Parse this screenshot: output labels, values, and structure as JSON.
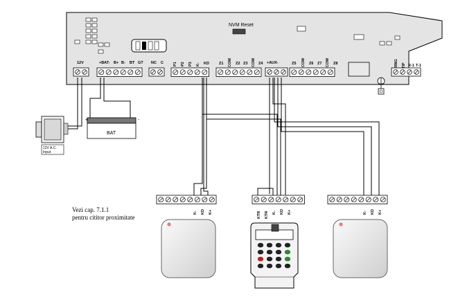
{
  "board": {
    "nvm_reset_label": "NVM Reset",
    "terminal_groups": [
      {
        "id": "power",
        "labels": [
          "12V"
        ]
      },
      {
        "id": "battery-bus",
        "labels": [
          "+BAT-",
          "B+",
          "B-",
          "BT",
          "GT"
        ]
      },
      {
        "id": "nc",
        "labels": [
          "NC",
          "C"
        ]
      },
      {
        "id": "keypad-bus",
        "labels": [
          "P1",
          "P2",
          "P3",
          "K-",
          "KD"
        ]
      },
      {
        "id": "zones-1",
        "labels": [
          "Z1",
          "COM",
          "Z2",
          "Z3",
          "COM",
          "Z4"
        ]
      },
      {
        "id": "aux",
        "labels": [
          "+AUX-"
        ]
      },
      {
        "id": "zones-2",
        "labels": [
          "Z5",
          "COM",
          "Z6",
          "Z7",
          "COM",
          "Z8"
        ]
      },
      {
        "id": "tel",
        "labels": [
          "RING",
          "TIP",
          "R-1",
          "T-1"
        ]
      }
    ]
  },
  "transformer": {
    "label_line1": "12V A.C.",
    "label_line2": "Input"
  },
  "battery": {
    "label": "BAT",
    "plus": "+",
    "minus": "-"
  },
  "note": {
    "line1": "Vezi cap. 7.1.1",
    "line2": "pentru cititor proximitate"
  },
  "readers": [
    {
      "id": "left",
      "labels": [
        "K-",
        "KD",
        "K+"
      ]
    },
    {
      "id": "middle",
      "labels": [
        "KTR",
        "KTR",
        "K-",
        "KD",
        "K+"
      ]
    },
    {
      "id": "right",
      "labels": [
        "K-",
        "KD",
        "K+"
      ]
    }
  ],
  "colors": {
    "board": "#e5e5e5",
    "line": "#000000",
    "reader": "#e8e8e8",
    "keypad": "#f2f2f2"
  }
}
